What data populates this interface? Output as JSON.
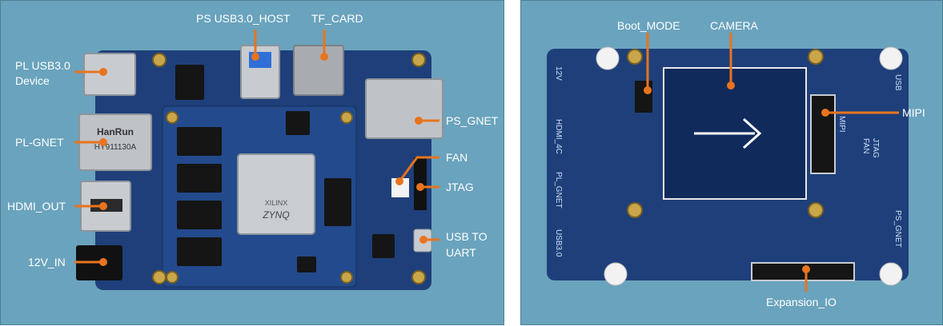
{
  "front": {
    "labels": {
      "pl_usb_1": "PL USB3.0",
      "pl_usb_2": "Device",
      "pl_gnet": "PL-GNET",
      "hdmi_out": "HDMI_OUT",
      "v12_in": "12V_IN",
      "ps_usb_host": "PS USB3.0_HOST",
      "tf_card": "TF_CARD",
      "ps_gnet": "PS_GNET",
      "fan": "FAN",
      "jtag": "JTAG",
      "usb_uart_1": "USB TO",
      "usb_uart_2": "UART"
    },
    "silk": {
      "hanrun": "HanRun",
      "rj45_part": "HY911130A",
      "xilinx": "XILINX",
      "zynq": "ZYNQ"
    }
  },
  "back": {
    "labels": {
      "boot_mode": "Boot_MODE",
      "camera": "CAMERA",
      "mipi": "MIPI",
      "expansion_io": "Expansion_IO"
    },
    "silk": {
      "v12": "12V",
      "hdmi": "HDMI_4C",
      "pl_gnet": "PL_GNET",
      "usb3": "USB3.0",
      "usb": "USB",
      "mipi": "MIPI",
      "jtag": "JTAG",
      "fan": "FAN",
      "ps_gnet": "PS_GNET"
    }
  },
  "colors": {
    "background": "#6aa3bd",
    "pcb": "#1e3f7a",
    "leader": "#e8741e",
    "label": "#ffffff"
  }
}
